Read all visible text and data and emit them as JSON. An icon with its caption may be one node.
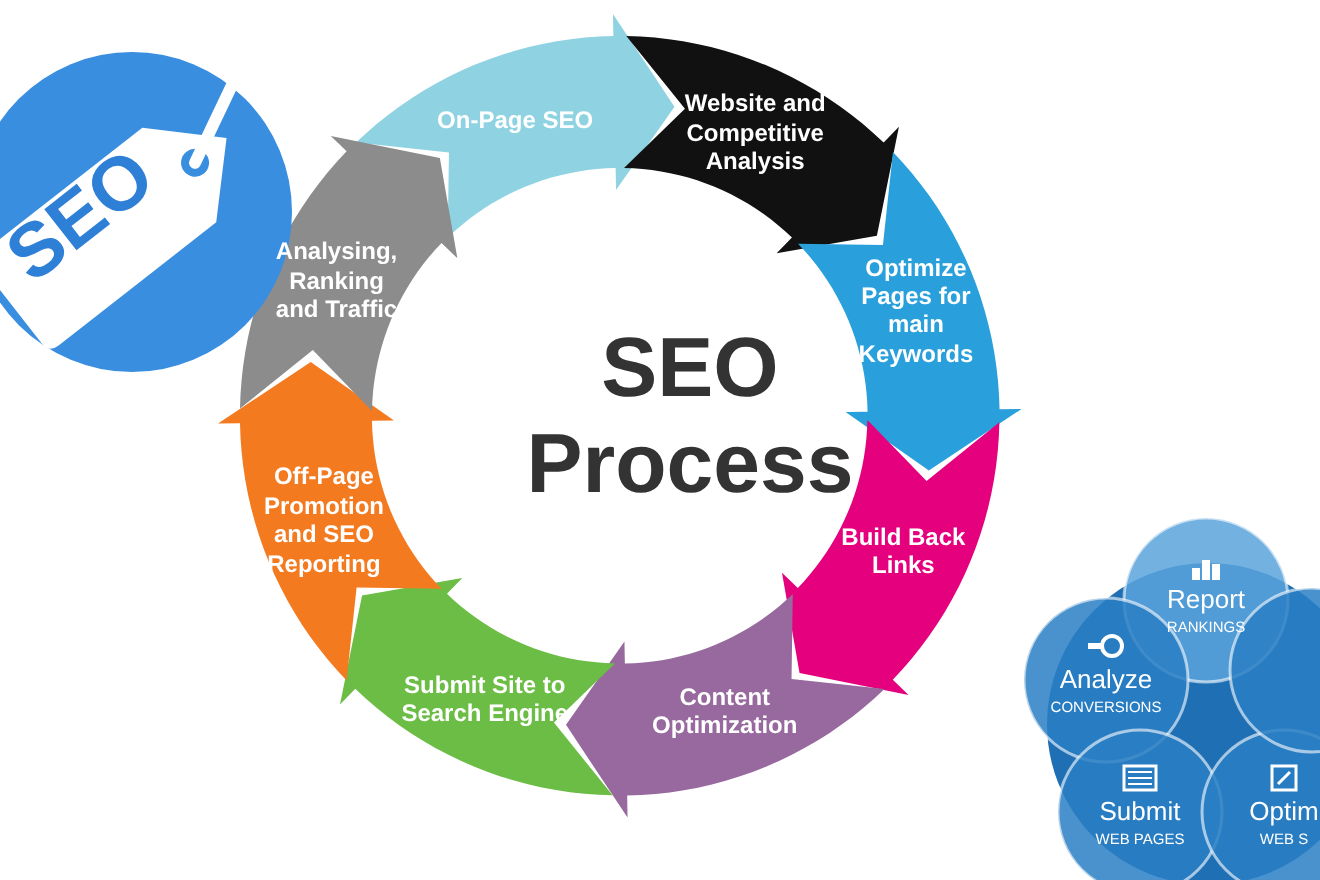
{
  "diagram": {
    "nodes": [
      {
        "text": [
          "On-Page SEO"
        ]
      },
      {
        "text": [
          "Website and Competitive Analysis"
        ]
      },
      {
        "text": [
          "Optimize Pages for main Keywords"
        ]
      },
      {
        "text": [
          "Build Back Links"
        ]
      },
      {
        "text": [
          "Content Optimization"
        ]
      },
      {
        "text": [
          "Submit Site to Search Engine"
        ]
      },
      {
        "text": [
          "Off-Page Promotion and SEO Reporting"
        ]
      },
      {
        "text": [
          "Analysing, Ranking and Traffic"
        ]
      },
      {
        "text": [
          "SEO"
        ]
      },
      {
        "text": [
          "Report",
          "RANKINGS"
        ]
      },
      {
        "text": [
          "Analyze",
          "CONVERSIONS"
        ]
      },
      {
        "text": [
          "Submit",
          "WEB PAGES"
        ]
      },
      {
        "text": [
          "Optim",
          "WEB S"
        ]
      },
      {
        "text": [],
        "shape": "circle"
      }
    ],
    "labels": [
      "SEO Process"
    ]
  }
}
